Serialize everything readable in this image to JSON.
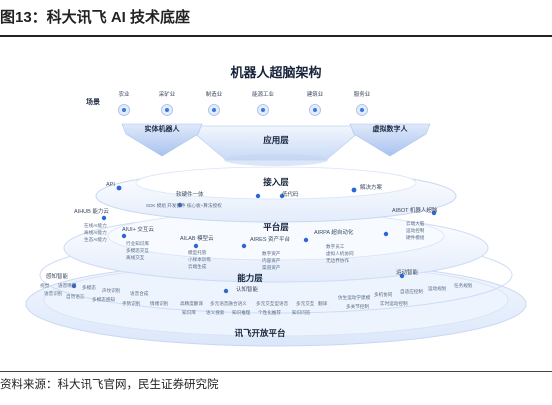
{
  "figure": {
    "title": "图13：科大讯飞 AI 技术底座",
    "source": "资料来源：科大讯飞官网，民生证券研究院"
  },
  "diagram": {
    "title": "机器人超脑架构",
    "scene_label": "场景",
    "scenes": [
      "农业",
      "采矿业",
      "制造业",
      "能源工业",
      "建筑业",
      "服务业"
    ],
    "robots": {
      "physical": "实体机器人",
      "virtual": "虚拟数字人"
    },
    "layers": {
      "application": "应用层",
      "access": "接入层",
      "platform": "平台层",
      "capability": "能力层",
      "open_platform": "讯飞开放平台"
    },
    "access": {
      "api": "API",
      "hw_sw": "软硬件一体",
      "low_code": "低代码",
      "solution": "解决方案",
      "sdk_row": "SDK  模组  开发套件  核心板+算法授权"
    },
    "platforms": {
      "aihub": {
        "name": "AIHUB 能力云",
        "items": [
          "在线AI能力",
          "离线AI能力",
          "生态AI能力"
        ]
      },
      "aiui": {
        "name": "AIUI+ 交互云",
        "items": [
          "行业知识库",
          "多模态交互",
          "离线交互"
        ]
      },
      "ailab": {
        "name": "AILAB 模型云",
        "items": [
          "模型托管",
          "小样本训练",
          "云端生成"
        ]
      },
      "aires": {
        "name": "AIRES 资产平台",
        "items": [
          "数字资产",
          "内容资产",
          "渠道资产"
        ]
      },
      "airpa": {
        "name": "AIRPA 超自动化",
        "items": [
          "数字员工",
          "虚拟人机协同",
          "无边界协作"
        ]
      },
      "aibot": {
        "name": "AIBOT 机器人超脑",
        "items": [
          "云端大脑",
          "运动控制",
          "硬件模组"
        ]
      }
    },
    "capabilities": {
      "perception": {
        "name": "感知智能",
        "items": [
          "视觉",
          "语音唤醒",
          "多模态",
          "声纹识别",
          "语音合成",
          "语音识别",
          "自然语言",
          "多模态感知",
          "手势识别",
          "情绪识别"
        ]
      },
      "cognition": {
        "name": "认知智能",
        "items": [
          "高精度翻译",
          "多元语音融合语义",
          "多元交互型语音",
          "多元交互",
          "翻译",
          "知识库",
          "语义搜索",
          "知识推理",
          "个性化推荐",
          "知识问答"
        ]
      },
      "motion": {
        "name": "运动智能",
        "items": [
          "仿生运动学建模",
          "多机协同",
          "自适应控制",
          "运动规划",
          "任务规划",
          "多关节控制",
          "实时运动控制"
        ]
      }
    },
    "colors": {
      "accent": "#3a78e0",
      "ring_light": "#eef4fd",
      "ring_mid": "#d8e6fa",
      "dot": "#2a66d6"
    }
  }
}
